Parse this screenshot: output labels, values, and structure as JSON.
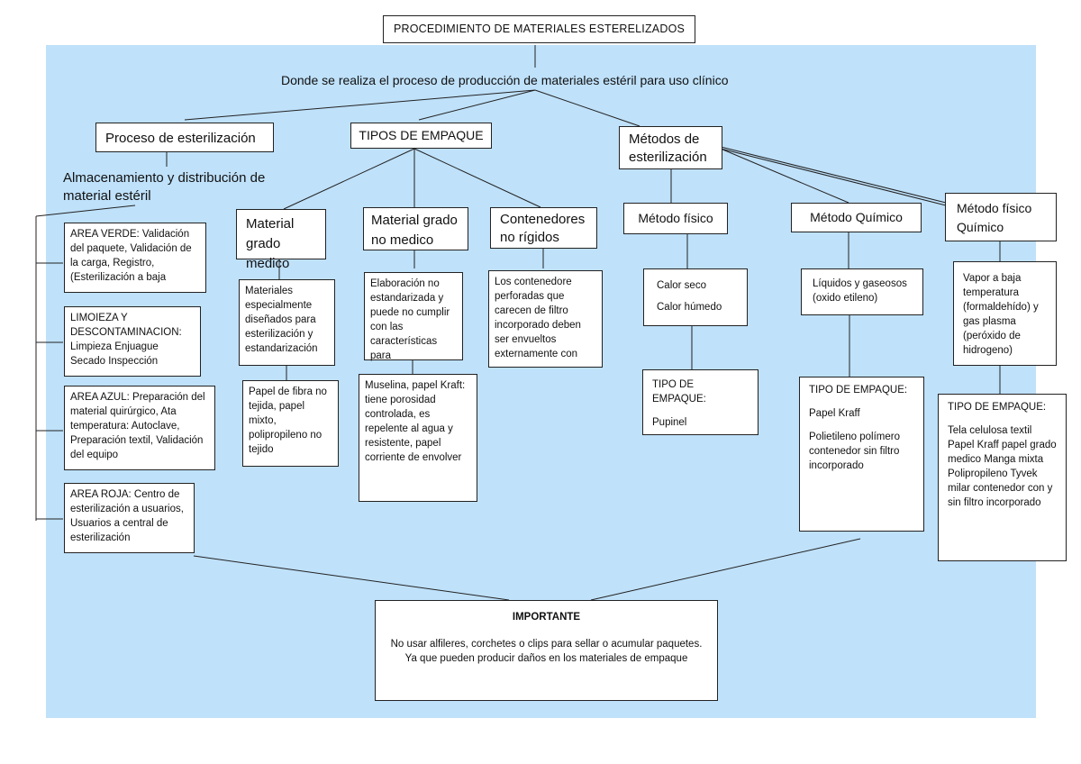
{
  "title": "PROCEDIMIENTO DE MATERIALES ESTERELIZADOS",
  "description": "Donde se realiza el proceso de producción de materiales estéril para uso clínico",
  "proceso": {
    "label": "Proceso de esterilización",
    "almacenamiento": "Almacenamiento y distribución de material estéril",
    "areas": [
      {
        "text": "AREA VERDE: Validación del paquete, Validación de la carga, Registro, (Esterilización a baja"
      },
      {
        "text": "LIMOIEZA Y DESCONTAMINACION: Limpieza Enjuague Secado Inspección"
      },
      {
        "text": "AREA AZUL: Preparación del material quirúrgico, Ata temperatura: Autoclave, Preparación textil, Validación del equipo"
      },
      {
        "text": "AREA ROJA: Centro de esterilización a usuarios, Usuarios a central de esterilización"
      }
    ]
  },
  "tipos": {
    "label": "TIPOS DE EMPAQUE",
    "grado_medico": {
      "label": "Material grado medico",
      "desc": "Materiales especialmente diseñados para esterilización y estandarización",
      "ejemplos": "Papel de fibra no tejida, papel mixto, polipropileno no tejido"
    },
    "no_medico": {
      "label": "Material grado no medico",
      "desc": "Elaboración no estandarizada y puede no cumplir con las características para",
      "ejemplos": "Muselina, papel Kraft: tiene porosidad controlada, es repelente al agua y resistente, papel corriente de envolver"
    },
    "contenedores": {
      "label": "Contenedores no rígidos",
      "desc": "Los contenedore perforadas que carecen de filtro incorporado deben ser envueltos externamente con"
    }
  },
  "metodos": {
    "label": "Métodos de esterilización",
    "fisico": {
      "label": "Método físico",
      "items": [
        "Calor seco",
        "Calor húmedo"
      ],
      "empaque_title": "TIPO DE EMPAQUE:",
      "empaque": "Pupinel"
    },
    "quimico": {
      "label": "Método Químico",
      "desc": "Líquidos y gaseosos (oxido etileno)",
      "empaque_title": "TIPO DE EMPAQUE:",
      "empaque_1": "Papel Kraff",
      "empaque_2": "Polietileno polímero contenedor sin filtro incorporado"
    },
    "fisico_quimico": {
      "label": "Método físico Químico",
      "desc": "Vapor a baja temperatura (formaldehído) y gas plasma (peróxido de hidrogeno)",
      "empaque_title": "TIPO DE EMPAQUE:",
      "empaque": "Tela celulosa textil Papel Kraff papel grado medico Manga mixta Polipropileno Tyvek milar contenedor con y sin filtro incorporado"
    }
  },
  "importante": {
    "title": "IMPORTANTE",
    "line1": "No usar alfileres, corchetes o clips para sellar o acumular paquetes.",
    "line2": "Ya que pueden producir daños en los materiales de empaque"
  },
  "colors": {
    "background_panel": "#bfe1fa",
    "box_fill": "#ffffff",
    "line": "#222222"
  }
}
